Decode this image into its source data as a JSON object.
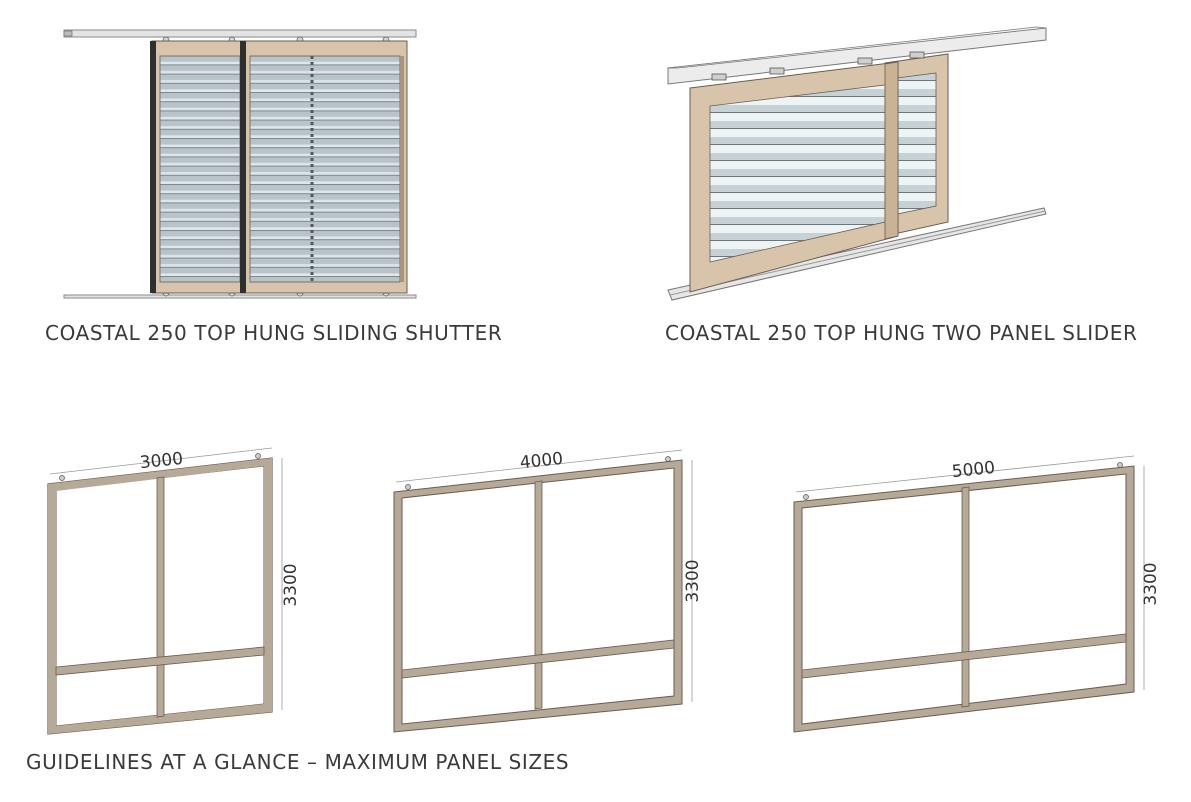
{
  "captions": {
    "top_left": "COASTAL 250 TOP HUNG SLIDING SHUTTER",
    "top_right": "COASTAL 250 TOP HUNG TWO PANEL SLIDER",
    "bottom": "GUIDELINES AT A GLANCE – MAXIMUM PANEL SIZES"
  },
  "panels": [
    {
      "width_label": "3000",
      "height_label": "3300"
    },
    {
      "width_label": "4000",
      "height_label": "3300"
    },
    {
      "width_label": "5000",
      "height_label": "3300"
    }
  ],
  "colors": {
    "frame_wood": "#d8c4ab",
    "frame_outline": "#6a5d50",
    "louvre": "#c9d3d8",
    "track": "#e2e2e2",
    "guide_frame": "#b7a998"
  }
}
